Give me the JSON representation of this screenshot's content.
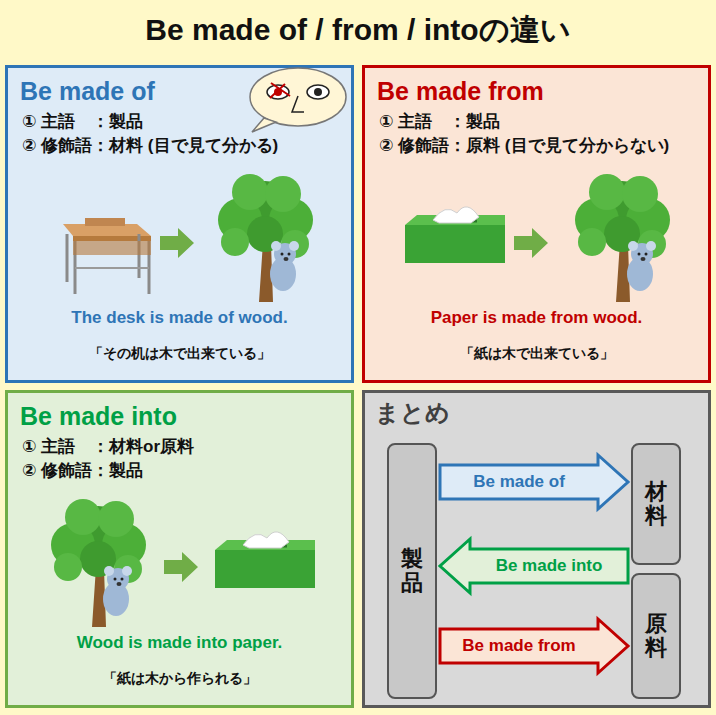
{
  "diagram": {
    "title": "Be made of / from / intoの違い",
    "nodes": [
      {
        "text": [
          "Be made of",
          "① 主語　：製品",
          "② 修飾語：材料 (目で見て分かる)",
          "The desk is made of wood.",
          "「その机は木で出来ている」"
        ]
      },
      {
        "text": [
          "Be made from",
          "① 主語　：製品",
          "② 修飾語：原料 (目で見て分からない)",
          "Paper is made from wood.",
          "「紙は木で出来ている」"
        ]
      },
      {
        "text": [
          "Be made into",
          "① 主語　：材料or原料",
          "② 修飾語：製品",
          "Wood is made into paper.",
          "「紙は木から作られる」"
        ]
      },
      {
        "text": [
          "まとめ"
        ]
      },
      {
        "text": [
          "製品"
        ],
        "in": 3
      },
      {
        "text": [
          "材料"
        ],
        "in": 3
      },
      {
        "text": [
          "原料"
        ],
        "in": 3
      }
    ],
    "edges": [
      {
        "from": 4,
        "to": 5,
        "arrow": "to",
        "label": "Be made of"
      },
      {
        "from": 5,
        "to": 4,
        "arrow": "to",
        "label": "Be made into"
      },
      {
        "from": 4,
        "to": 6,
        "arrow": "to",
        "label": "Be made from"
      }
    ]
  }
}
